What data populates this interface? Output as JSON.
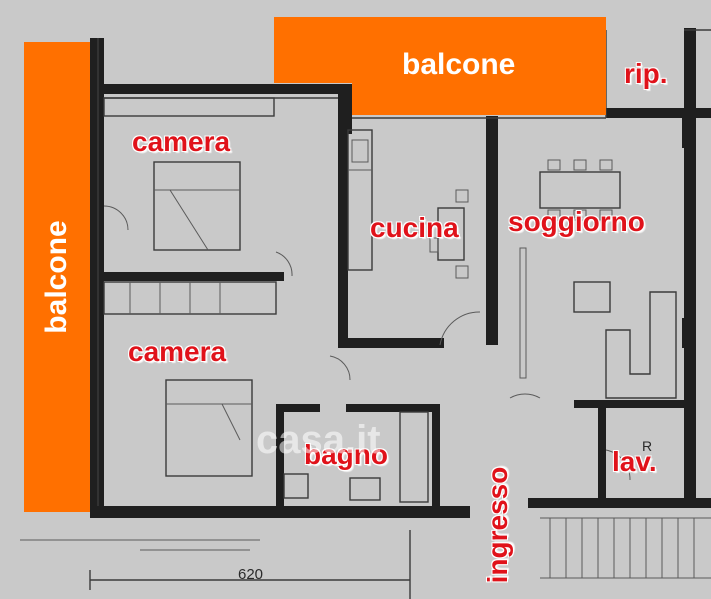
{
  "rooms": {
    "camera_top": "camera",
    "camera_bottom": "camera",
    "cucina": "cucina",
    "soggiorno": "soggiorno",
    "bagno": "bagno",
    "ingresso": "ingresso",
    "lav": "lav.",
    "rip": "rip."
  },
  "balconies": {
    "left": "balcone",
    "top": "balcone"
  },
  "dimension": "620",
  "small_mark": "R",
  "watermark": "casa.it",
  "colors": {
    "balcony": "#ff7000",
    "room_label": "#e0121a",
    "wall": "#1f1f1f",
    "paper": "#c9c9c9"
  }
}
